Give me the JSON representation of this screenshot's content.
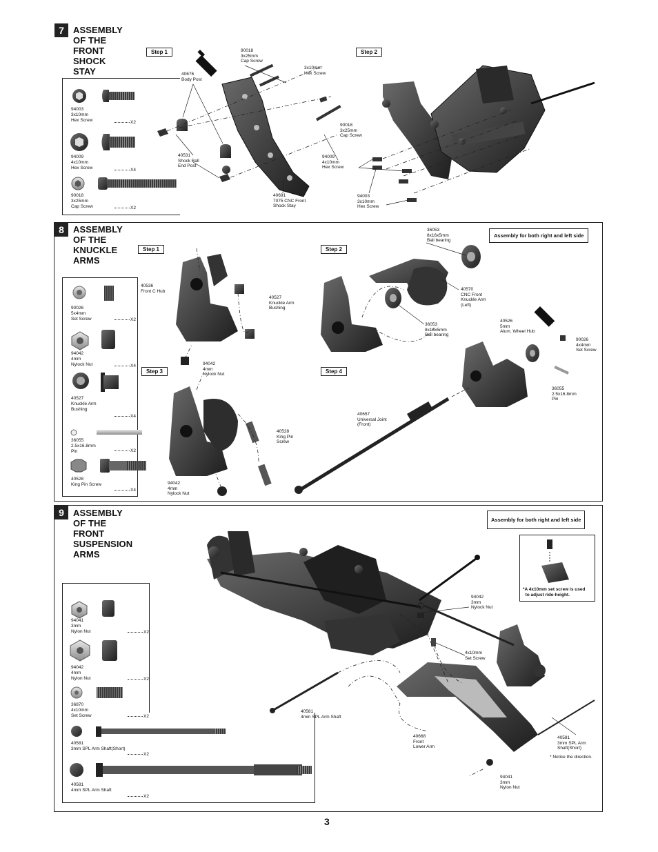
{
  "page_number": "3",
  "sections": [
    {
      "number": "7",
      "title": "ASSEMBLY OF THE FRONT SHOCK STAY",
      "steps": [
        "Step 1",
        "Step 2"
      ],
      "parts_list": [
        {
          "code": "94003",
          "name": "3x10mm\nHex Screw",
          "qty": "X2"
        },
        {
          "code": "94009",
          "name": "4x10mm\nHex Screw",
          "qty": "X4"
        },
        {
          "code": "90018",
          "name": "3x25mm\nCap Screw",
          "qty": "X2"
        }
      ],
      "callouts": [
        "90018\n3x25mm\nCap Screw",
        "3x10mm\nHex Screw",
        "40676\nBody Post",
        "90018\n3x25mm\nCap Screw",
        "40531\nShock Ball\nEnd Post",
        "94009\n4x10mm\nHex Screw",
        "40691\n7075 CNC Front\nShock Stay",
        "94003\n3x10mm\nHex Screw"
      ]
    },
    {
      "number": "8",
      "title": "ASSEMBLY OF THE KNUCKLE ARMS",
      "steps": [
        "Step 1",
        "Step 2",
        "Step 3",
        "Step 4"
      ],
      "note": "Assembly for both right and left side",
      "parts_list": [
        {
          "code": "90026",
          "name": "5x4mm\nSet Screw",
          "qty": "X2"
        },
        {
          "code": "94042",
          "name": "4mm\nNylock Nut",
          "qty": "X4"
        },
        {
          "code": "40527",
          "name": "Knuckle Arm\nBushing",
          "qty": "X4"
        },
        {
          "code": "36055",
          "name": "2.5x16.8mm\nPin",
          "qty": "X2"
        },
        {
          "code": "40528",
          "name": "King Pin Screw",
          "qty": "X4"
        }
      ],
      "callouts": [
        "40536\nFront C Hub",
        "40527\nKnuckle Arm\nBushing",
        "94042\n4mm\nNylock Nut",
        "36053\n8x16x5mm\nBall bearing",
        "40570\nCNC Front\nKnuckle Arm\n(Left)",
        "36053\n8x16x5mm\nBall bearing",
        "40526\n5mm\nAlum. Wheel Hub",
        "90026\n4x4mm\nSet Screw",
        "36055\n2.5x16.8mm\nPin",
        "40528\nKing Pin\nScrew",
        "94042\n4mm\nNylock Nut",
        "40657\nUniversal Joint\n(Front)"
      ]
    },
    {
      "number": "9",
      "title": "ASSEMBLY OF THE FRONT SUSPENSION ARMS",
      "note": "Assembly for both right and left side",
      "side_note": "*A 4x10mm set screw is used\n  to adjust ride-height.",
      "parts_list": [
        {
          "code": "94041",
          "name": "3mm\nNylon Nut",
          "qty": "X2"
        },
        {
          "code": "94042",
          "name": "4mm\nNylon Nut",
          "qty": "X2"
        },
        {
          "code": "36870",
          "name": "4x10mm\nSet Screw",
          "qty": "X2"
        },
        {
          "code": "40581",
          "name": "3mm SPL Arm Shaft(Short)",
          "qty": "X2"
        },
        {
          "code": "40581",
          "name": "4mm SPL Arm Shaft",
          "qty": "X2"
        }
      ],
      "callouts": [
        "94042\n3mm\nNylock Nut",
        "4x10mm\nSet Screw",
        "40581\n4mm SPL Arm Shaft",
        "40668\nFront\nLower Arm",
        "94041\n3mm\nNylon Nut",
        "40581\n3mm SPL Arm\nShaft(Short)",
        "* Notice the direction."
      ]
    }
  ],
  "colors": {
    "ink": "#222222",
    "part": "#3a3a3a",
    "part_light": "#9a9a9a"
  }
}
